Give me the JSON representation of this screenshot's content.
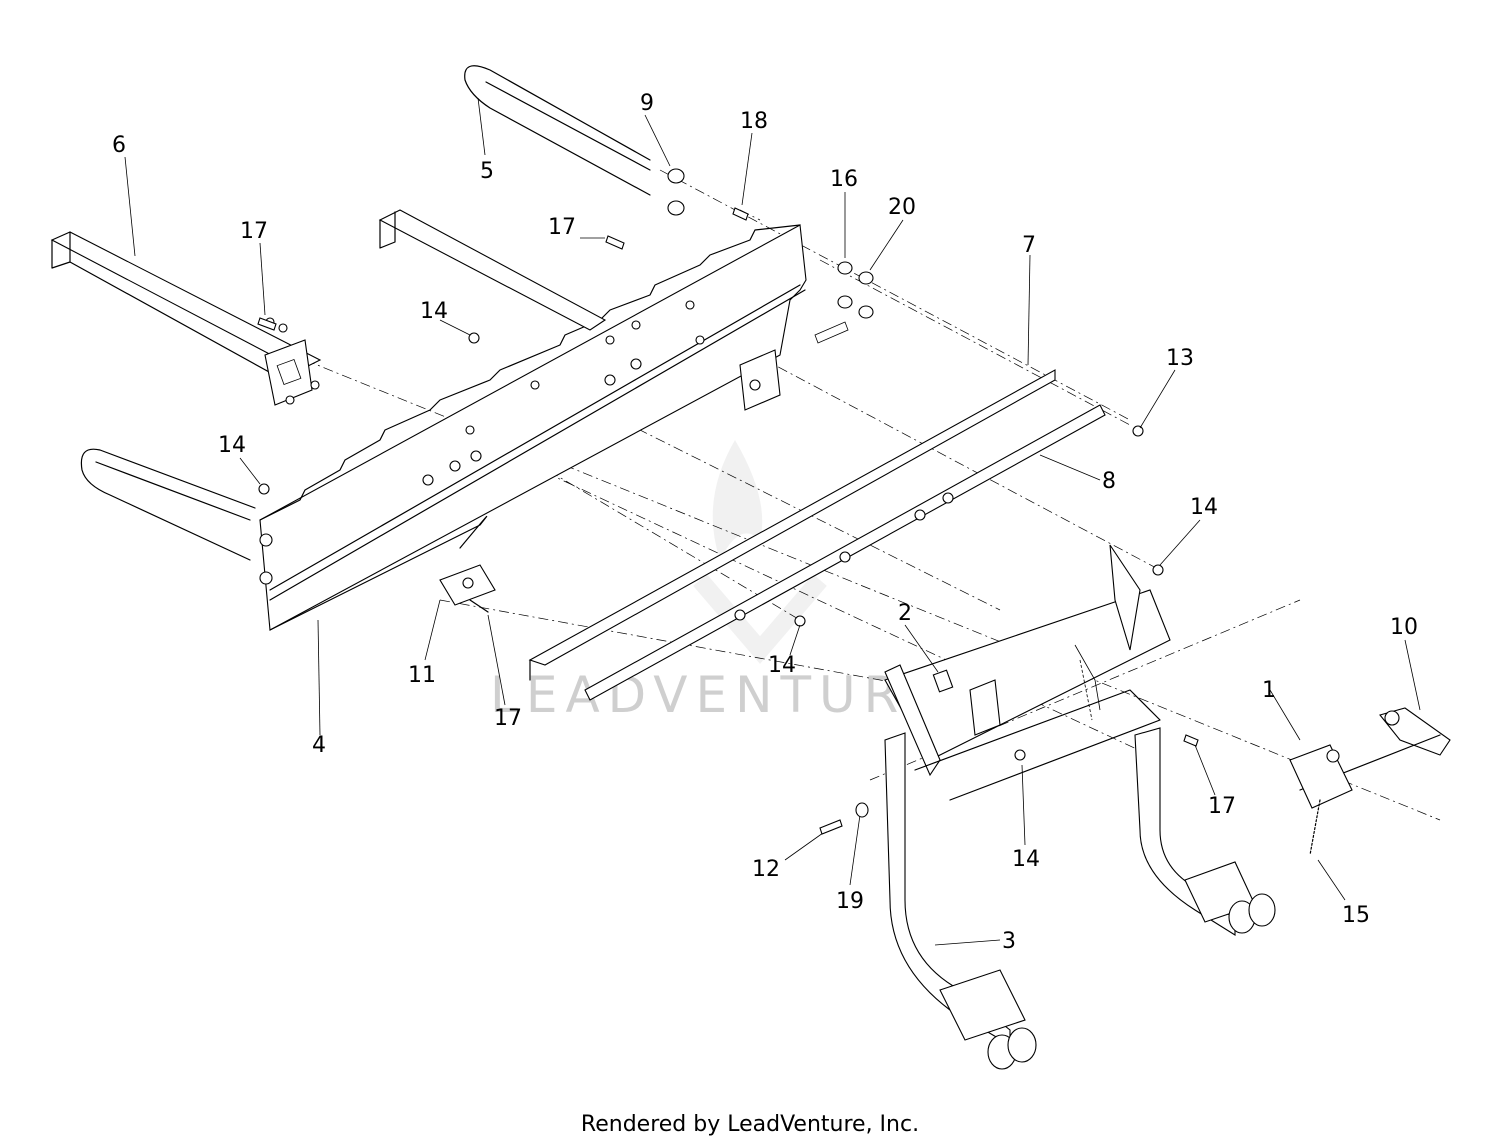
{
  "diagram": {
    "watermark": "LEADVENTURE",
    "footer": "Rendered by LeadVenture, Inc.",
    "callouts": {
      "c1": "1",
      "c2": "2",
      "c3": "3",
      "c4": "4",
      "c5": "5",
      "c6": "6",
      "c7": "7",
      "c8": "8",
      "c9": "9",
      "c10": "10",
      "c11": "11",
      "c12": "12",
      "c13": "13",
      "c14a": "14",
      "c14b": "14",
      "c14c": "14",
      "c14d": "14",
      "c14e": "14",
      "c15": "15",
      "c16": "16",
      "c17a": "17",
      "c17b": "17",
      "c17c": "17",
      "c17d": "17",
      "c18": "18",
      "c19": "19",
      "c20": "20"
    }
  }
}
